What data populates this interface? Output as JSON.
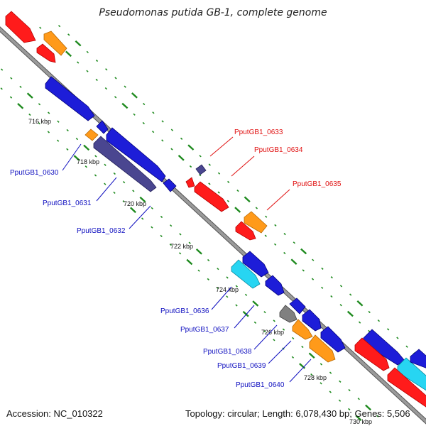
{
  "title": "Pseudomonas putida GB-1, complete genome",
  "footer": {
    "accession": "Accession: NC_010322",
    "topology": "Topology: circular; Length: 6,078,430 bp; Genes: 5,506"
  },
  "scale": {
    "unit": "kbp",
    "ticks": [
      {
        "label": "716 kbp"
      },
      {
        "label": "718 kbp"
      },
      {
        "label": "720 kbp"
      },
      {
        "label": "722 kbp"
      },
      {
        "label": "724 kbp"
      },
      {
        "label": "726 kbp"
      },
      {
        "label": "728 kbp"
      },
      {
        "label": "730 kbp"
      }
    ]
  },
  "colors": {
    "backbone": "#8a8a8a",
    "red_gene": "#ff1b1b",
    "blue_gene": "#1d1dd8",
    "orange_gene": "#ff9a1a",
    "dark_blue_gene": "#4a4690",
    "cyan_gene": "#27d5f2",
    "gray_gene": "#808080",
    "tick_green": "#1e8a1e",
    "label_red": "#e01010",
    "label_blue": "#1010c0"
  },
  "gene_labels": [
    {
      "text": "PputGB1_0630",
      "color": "blue"
    },
    {
      "text": "PputGB1_0631",
      "color": "blue"
    },
    {
      "text": "PputGB1_0632",
      "color": "blue"
    },
    {
      "text": "PputGB1_0633",
      "color": "red"
    },
    {
      "text": "PputGB1_0634",
      "color": "red"
    },
    {
      "text": "PputGB1_0635",
      "color": "red"
    },
    {
      "text": "PputGB1_0636",
      "color": "blue"
    },
    {
      "text": "PputGB1_0637",
      "color": "blue"
    },
    {
      "text": "PputGB1_0638",
      "color": "blue"
    },
    {
      "text": "PputGB1_0639",
      "color": "blue"
    },
    {
      "text": "PputGB1_0640",
      "color": "blue"
    }
  ]
}
